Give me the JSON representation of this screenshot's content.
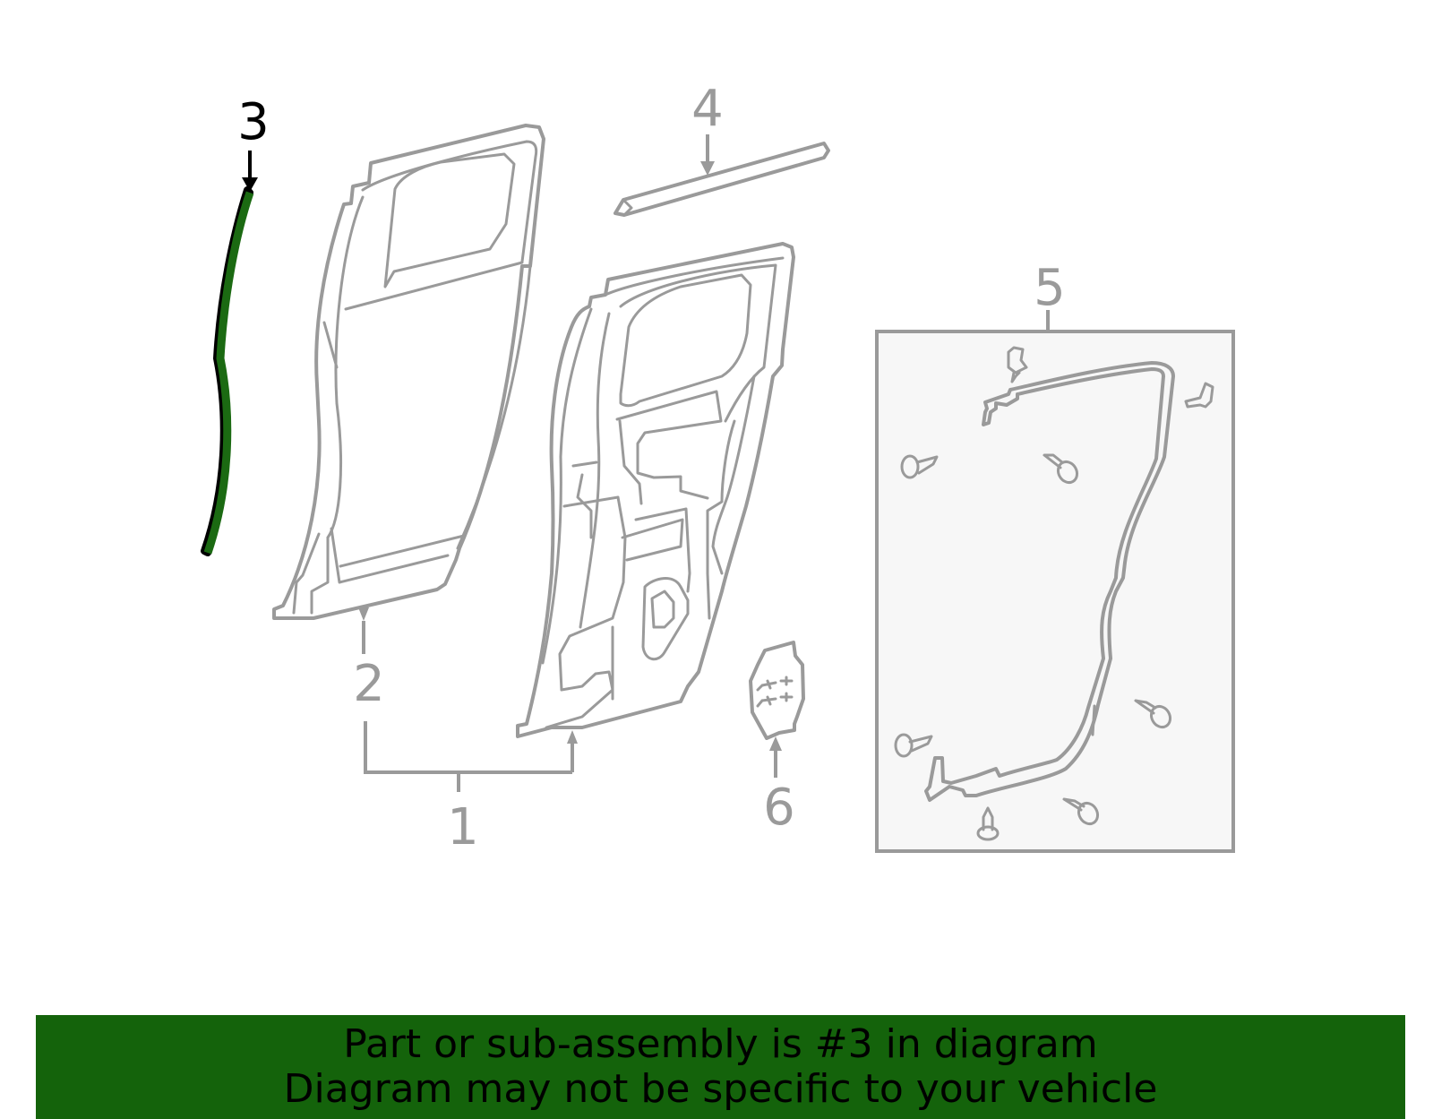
{
  "diagram": {
    "callouts": [
      {
        "label": "1",
        "name": "door-assembly"
      },
      {
        "label": "2",
        "name": "door-shell"
      },
      {
        "label": "3",
        "name": "weatherstrip"
      },
      {
        "label": "4",
        "name": "belt-molding"
      },
      {
        "label": "5",
        "name": "seal-kit"
      },
      {
        "label": "6",
        "name": "bracket"
      }
    ],
    "highlighted_part": "3",
    "colors": {
      "part_outline": "#9a9a9a",
      "highlight_fill": "#1b6a12",
      "highlight_outline": "#000000",
      "kit_box_fill": "#f7f7f7",
      "banner": "#14630b"
    }
  },
  "banner": {
    "line1": "Part or sub-assembly is #3 in diagram",
    "line2": "Diagram may not be specific to your vehicle"
  }
}
